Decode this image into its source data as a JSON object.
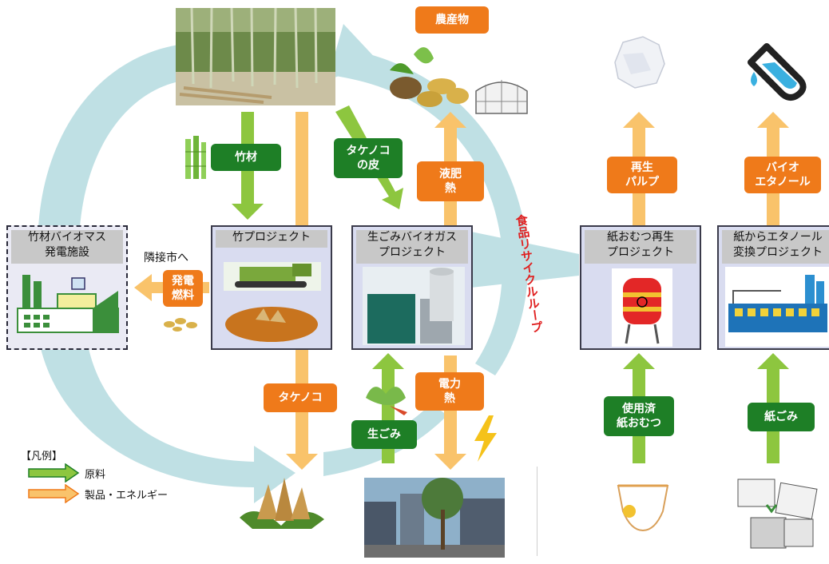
{
  "labels": {
    "agri_products": "農産物",
    "bamboo_material": "竹材",
    "bamboo_shoot_skin": "タケノコ\nの皮",
    "liquid_fertilizer_heat": "液肥\n熱",
    "recycled_pulp": "再生\nパルプ",
    "bio_ethanol": "バイオ\nエタノール",
    "power_fuel": "発電\n燃料",
    "bamboo_shoot": "タケノコ",
    "electricity_heat": "電力\n熱",
    "food_waste": "生ごみ",
    "used_diapers": "使用済\n紙おむつ",
    "paper_waste": "紙ごみ"
  },
  "boxes": {
    "biomass_plant": "竹材バイオマス\n発電施設",
    "bamboo_project": "竹プロジェクト",
    "biogas_project": "生ごみバイオガス\nプロジェクト",
    "diaper_project": "紙おむつ再生\nプロジェクト",
    "ethanol_project": "紙からエタノール\n変換プロジェクト"
  },
  "texts": {
    "neighbor_city": "隣接市へ",
    "food_recycle_loop": "食品リサイクルループ"
  },
  "legend": {
    "title": "【凡例】",
    "raw_material": "原料",
    "products_energy": "製品・エネルギー"
  },
  "colors": {
    "green_label": "#1e7f26",
    "orange_label": "#ef7a1a",
    "green_arrow": "#8dc63f",
    "orange_arrow": "#f9c36b",
    "loop": "#bfe0e4",
    "box_fill": "#d9dcf0"
  }
}
